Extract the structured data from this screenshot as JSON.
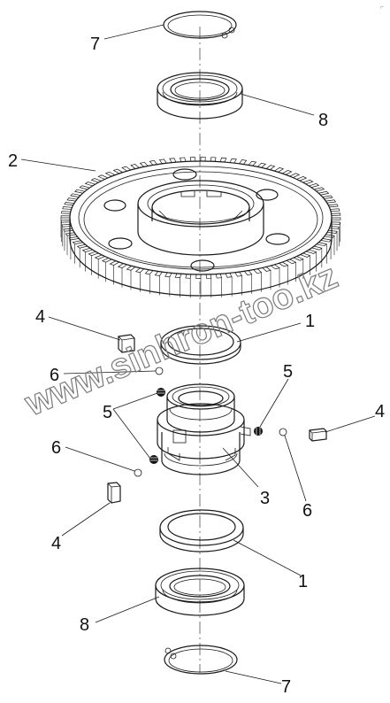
{
  "corner_mark": "⌐",
  "watermark": "www.sinhron-too.kz",
  "callouts": [
    {
      "id": "c7top",
      "text": "7"
    },
    {
      "id": "c8top",
      "text": "8"
    },
    {
      "id": "c2",
      "text": "2"
    },
    {
      "id": "c4left",
      "text": "4"
    },
    {
      "id": "c1top",
      "text": "1"
    },
    {
      "id": "c6left",
      "text": "6"
    },
    {
      "id": "c5left",
      "text": "5"
    },
    {
      "id": "c5right",
      "text": "5"
    },
    {
      "id": "c4right",
      "text": "4"
    },
    {
      "id": "c6low",
      "text": "6"
    },
    {
      "id": "c3",
      "text": "3"
    },
    {
      "id": "c6right",
      "text": "6"
    },
    {
      "id": "c4low",
      "text": "4"
    },
    {
      "id": "c1low",
      "text": "1"
    },
    {
      "id": "c8low",
      "text": "8"
    },
    {
      "id": "c7low",
      "text": "7"
    }
  ],
  "colors": {
    "line": "#1a1a1a",
    "watermark": "#7a7a7a",
    "background": "#ffffff"
  }
}
